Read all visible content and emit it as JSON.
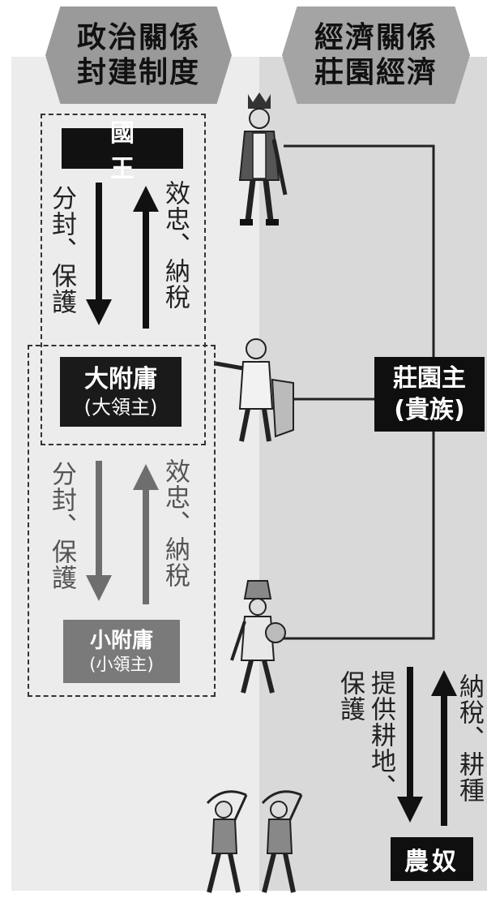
{
  "headers": {
    "political": {
      "line1": "政治關係",
      "line2": "封建制度"
    },
    "economic": {
      "line1": "經濟關係",
      "line2": "莊園經濟"
    }
  },
  "nodes": {
    "king": "國王",
    "major_vassal": {
      "name": "大附庸",
      "sub": "(大領主)"
    },
    "minor_vassal": {
      "name": "小附庸",
      "sub": "(小領主)"
    },
    "manor_lord": {
      "name": "莊園主",
      "sub": "(貴族)"
    },
    "serf": "農奴"
  },
  "relations": {
    "king_to_major_down": "分封、保護",
    "major_to_king_up": "效忠、納稅",
    "major_to_minor_down": "分封、保護",
    "minor_to_major_up": "效忠、納稅",
    "lord_to_serf_down_1": "提供耕地、",
    "lord_to_serf_down_2": "保護",
    "serf_to_lord_up": "納稅、耕種"
  },
  "colors": {
    "primary_arrow": "#111111",
    "secondary_arrow": "#6e6e6e",
    "banner": "#9a9a9a",
    "panel_left": "#ececec",
    "panel_right": "#d9d9d9"
  },
  "figures": [
    "king-figure-icon",
    "knight-figure-icon",
    "soldier-figure-icon",
    "peasant-figure-icon"
  ]
}
